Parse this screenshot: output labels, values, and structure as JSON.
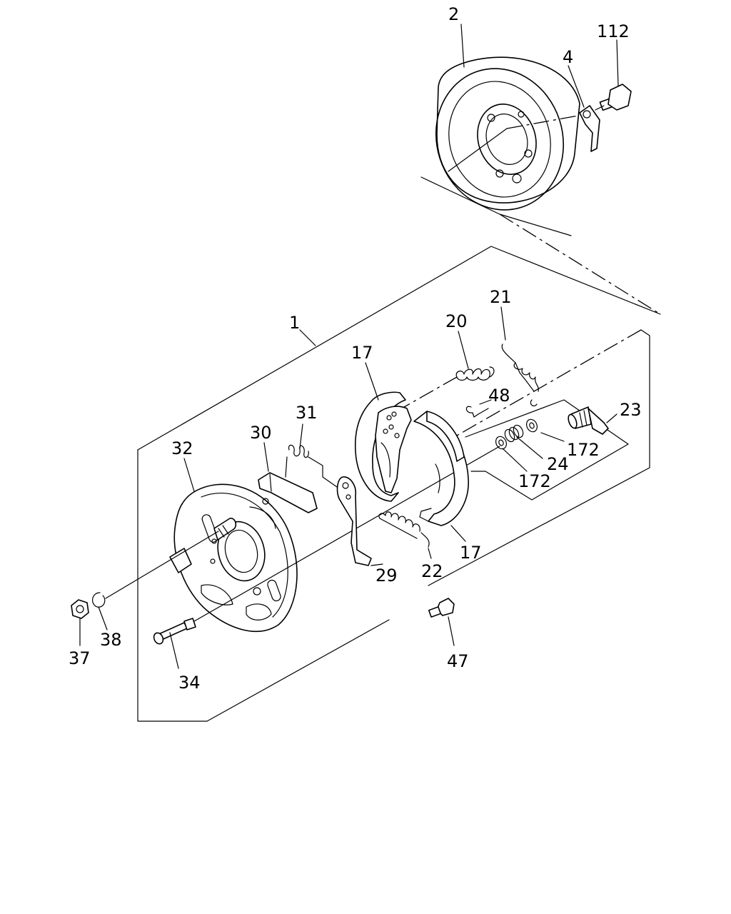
{
  "diagram": {
    "callouts": {
      "c1": "1",
      "c2": "2",
      "c4": "4",
      "c112": "112",
      "c17a": "17",
      "c17b": "17",
      "c20": "20",
      "c21": "21",
      "c22": "22",
      "c23": "23",
      "c24": "24",
      "c29": "29",
      "c30": "30",
      "c31": "31",
      "c32": "32",
      "c34": "34",
      "c37": "37",
      "c38": "38",
      "c47": "47",
      "c48": "48",
      "c172a": "172",
      "c172b": "172"
    }
  }
}
